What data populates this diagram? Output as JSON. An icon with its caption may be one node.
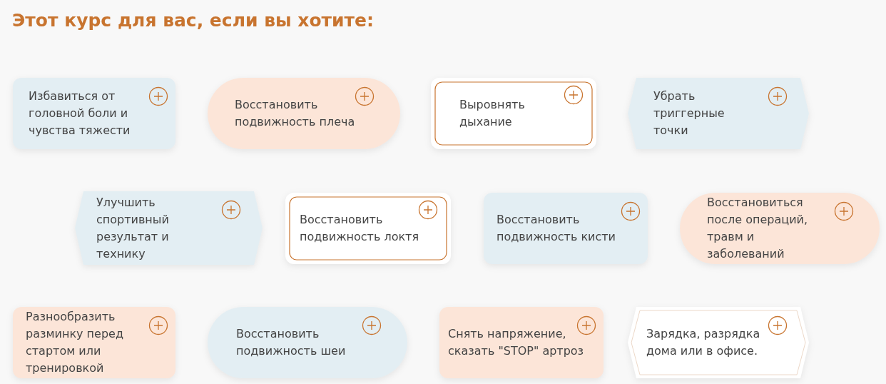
{
  "diagram": {
    "title": "Этот курс для вас, если вы хотите:",
    "nodes": [
      {
        "text": [
          "Избавиться от головной боли и чувства тяжести"
        ]
      },
      {
        "text": [
          "Восстановить подвижность плеча"
        ]
      },
      {
        "text": [
          "Выровнять дыхание"
        ]
      },
      {
        "text": [
          "Убрать триггерные точки"
        ]
      },
      {
        "text": [
          "Улучшить спортивный результат и технику"
        ]
      },
      {
        "text": [
          "Восстановить подвижность локтя"
        ]
      },
      {
        "text": [
          "Восстановить подвижность кисти"
        ]
      },
      {
        "text": [
          "Восстановиться после операций, травм и заболеваний"
        ]
      },
      {
        "text": [
          "Разнообразить разминку перед стартом или тренировкой"
        ]
      },
      {
        "text": [
          "Восстановить подвижность шеи"
        ]
      },
      {
        "text": [
          "Снять напряжение, сказать \"STOP\" артроз"
        ]
      },
      {
        "text": [
          "Зарядка, разрядка дома или в офисе."
        ]
      }
    ]
  }
}
